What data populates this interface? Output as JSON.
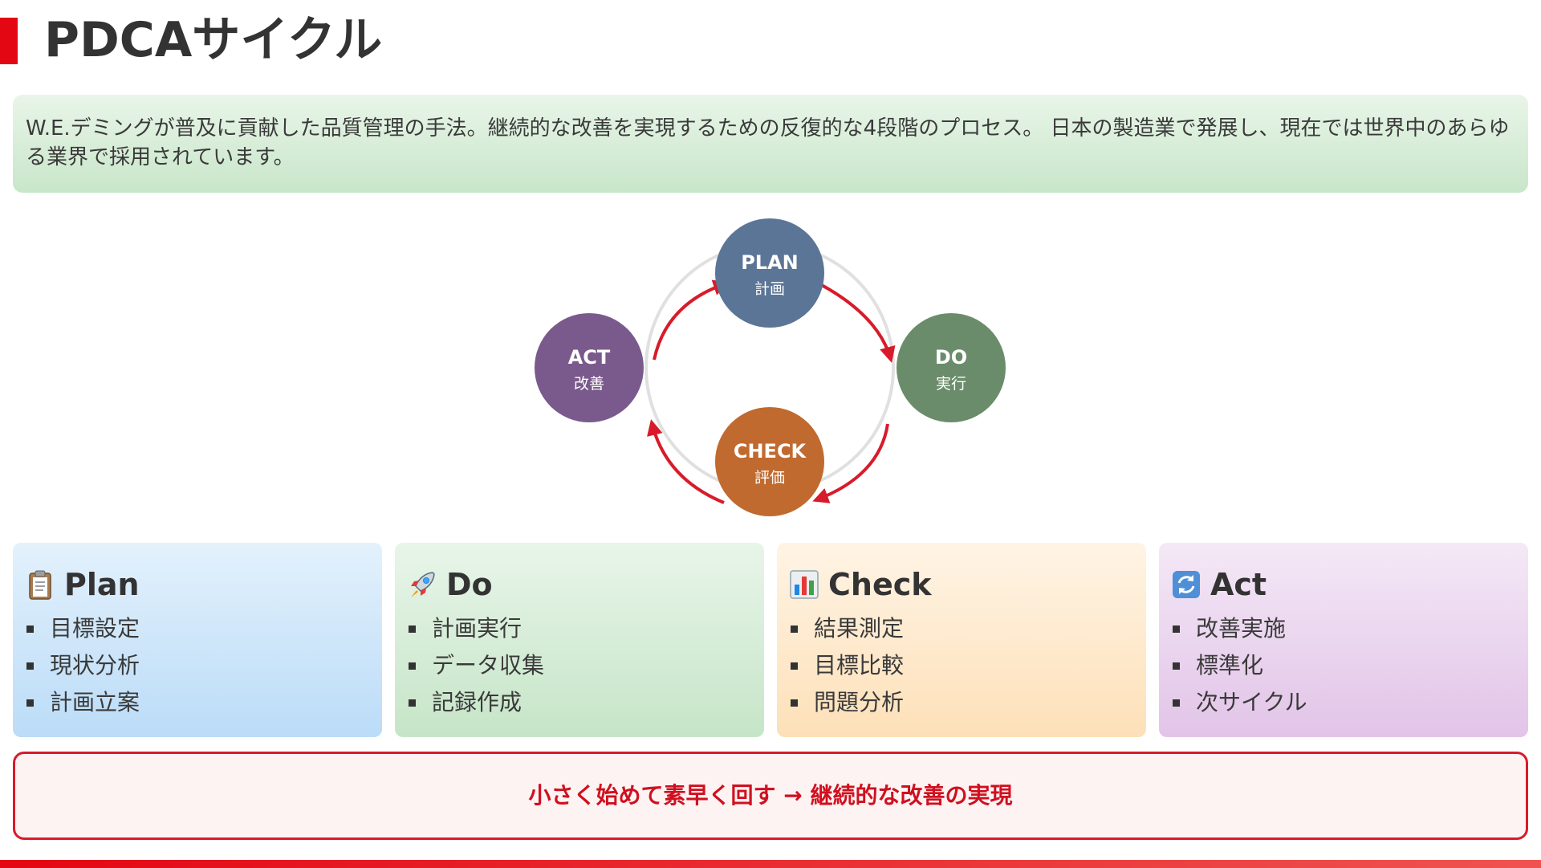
{
  "title": "PDCAサイクル",
  "intro": "W.E.デミングが普及に貢献した品質管理の手法。継続的な改善を実現するための反復的な4段階のプロセス。 日本の製造業で発展し、現在では世界中のあらゆる業界で採用されています。",
  "cycle": {
    "nodes": [
      {
        "en": "PLAN",
        "ja": "計画",
        "color": "#5b7597"
      },
      {
        "en": "DO",
        "ja": "実行",
        "color": "#6a8c6a"
      },
      {
        "en": "CHECK",
        "ja": "評価",
        "color": "#c06a2f"
      },
      {
        "en": "ACT",
        "ja": "改善",
        "color": "#7a5a8c"
      }
    ],
    "arrow_color": "#d81b2a",
    "ring_color": "#e0e0e0"
  },
  "cards": [
    {
      "icon": "clipboard-icon",
      "title": "Plan",
      "items": [
        "目標設定",
        "現状分析",
        "計画立案"
      ]
    },
    {
      "icon": "rocket-icon",
      "title": "Do",
      "items": [
        "計画実行",
        "データ収集",
        "記録作成"
      ]
    },
    {
      "icon": "bar-chart-icon",
      "title": "Check",
      "items": [
        "結果測定",
        "目標比較",
        "問題分析"
      ]
    },
    {
      "icon": "cycle-arrows-icon",
      "title": "Act",
      "items": [
        "改善実施",
        "標準化",
        "次サイクル"
      ]
    }
  ],
  "summary": "小さく始めて素早く回す → 継続的な改善の実現",
  "colors": {
    "accent": "#e30613",
    "summary_text": "#d0101f"
  }
}
